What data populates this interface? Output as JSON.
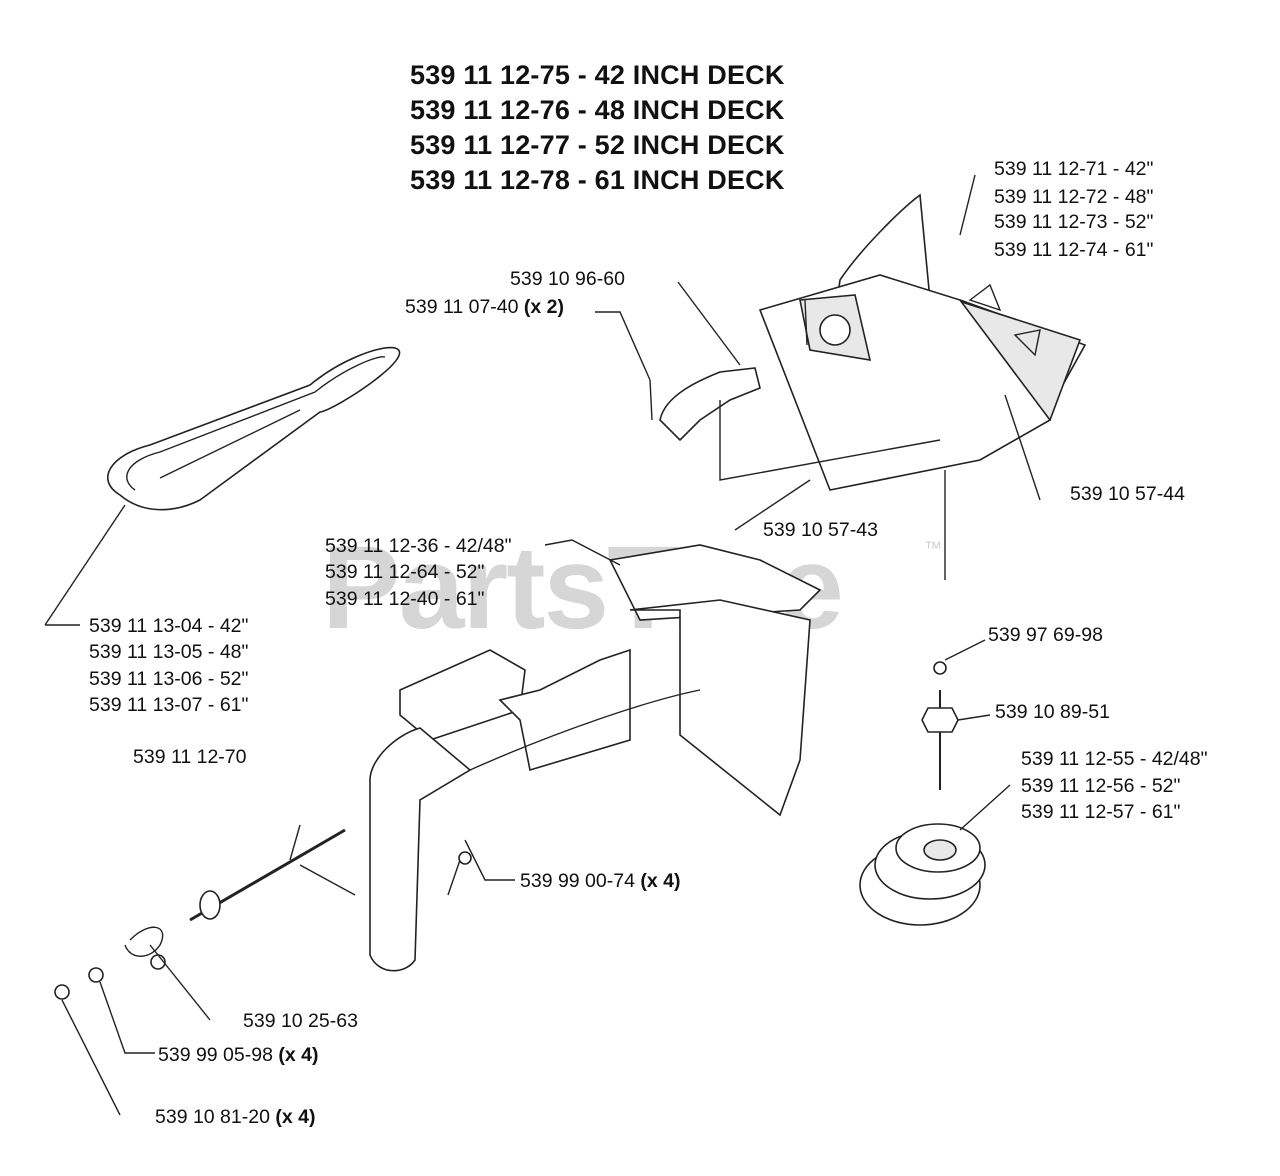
{
  "titles": [
    "539 11 12-75 - 42 INCH DECK",
    "539 11 12-76 - 48 INCH DECK",
    "539 11 12-77 - 52 INCH DECK",
    "539 11 12-78 - 61 INCH DECK"
  ],
  "watermark": {
    "text": "PartsTree",
    "tm": "™"
  },
  "labels": {
    "cover": [
      "539 11 12-71 - 42\"",
      "539 11 12-72 - 48\"",
      "539 11 12-73 - 52\"",
      "539 11 12-74 - 61\""
    ],
    "idler_arm": "539 10 96-60",
    "idler_bolt": {
      "num": "539 11 07-40",
      "qty": "(x 2)"
    },
    "decal_44": "539 10 57-44",
    "decal_43": "539 10 57-43",
    "plate": [
      "539 11 12-36 - 42/48\"",
      "539 11 12-64 - 52\"",
      "539 11 12-40 - 61\""
    ],
    "belt": [
      "539 11 13-04 - 42\"",
      "539 11 13-05 - 48\"",
      "539 11 13-06 - 52\"",
      "539 11 13-07 - 61\""
    ],
    "nut": "539 97 69-98",
    "spacer": "539 10 89-51",
    "pulley": [
      "539 11 12-55 - 42/48\"",
      "539 11 12-56 - 52\"",
      "539 11 12-57 - 61\""
    ],
    "rod": "539 11 12-70",
    "bolt_74": {
      "num": "539 99 00-74",
      "qty": "(x 4)"
    },
    "spring": "539 10 25-63",
    "washer": {
      "num": "539 99 05-98",
      "qty": "(x 4)"
    },
    "locknut": {
      "num": "539 10 81-20",
      "qty": "(x 4)"
    }
  }
}
